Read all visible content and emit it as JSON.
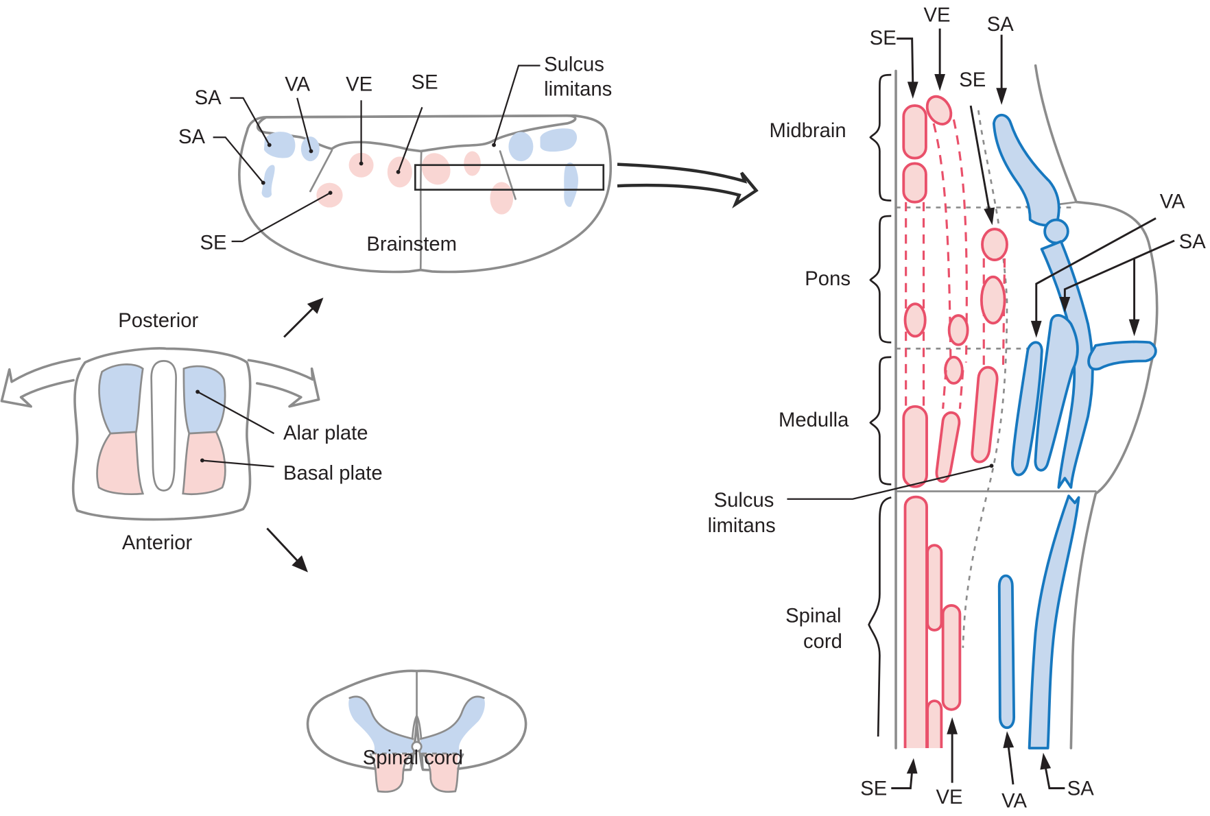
{
  "figure": {
    "title": "Alar and basal plates: brainstem and spinal cord cell columns",
    "colors": {
      "sensory_fill": "#c6d8ee",
      "sensory_stroke": "#1778bf",
      "motor_fill": "#f9d8d6",
      "motor_stroke": "#e9506a",
      "outline": "#8c8c8c",
      "text": "#231f20"
    }
  },
  "embryonic_cord": {
    "posterior_label": "Posterior",
    "anterior_label": "Anterior",
    "alar_plate_label": "Alar plate",
    "basal_plate_label": "Basal plate"
  },
  "brainstem_section": {
    "title": "Brainstem",
    "labels": {
      "sa_upper": "SA",
      "sa_lower": "SA",
      "va": "VA",
      "ve": "VE",
      "se_upper": "SE",
      "se_lower": "SE",
      "sulcus_line1": "Sulcus",
      "sulcus_line2": "limitans"
    }
  },
  "spinal_section": {
    "title": "Spinal cord"
  },
  "longitudinal_view": {
    "regions": [
      "Midbrain",
      "Pons",
      "Medulla"
    ],
    "spinal_region": {
      "line1": "Spinal",
      "line2": "cord"
    },
    "sulcus_label": {
      "line1": "Sulcus",
      "line2": "limitans"
    },
    "top_labels": {
      "se_left": "SE",
      "ve": "VE",
      "sa": "SA",
      "se_mid": "SE"
    },
    "right_labels": {
      "va": "VA",
      "sa": "SA"
    },
    "bottom_labels": {
      "se": "SE",
      "ve": "VE",
      "va": "VA",
      "sa": "SA"
    }
  }
}
